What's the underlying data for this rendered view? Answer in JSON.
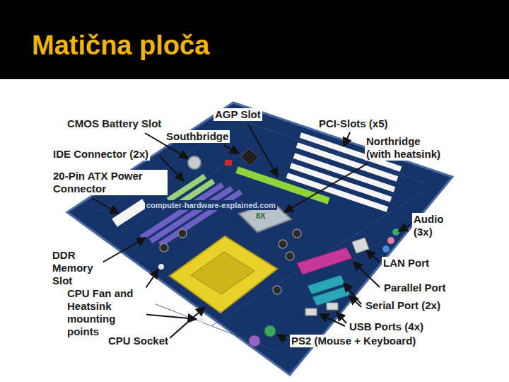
{
  "diagram": {
    "title": "Matična ploča",
    "labels": [
      "CMOS Battery Slot",
      "Southbridge",
      "AGP Slot",
      "PCI-Slots (x5)",
      "Northridge (with heatsink)",
      "IDE Connector (2x)",
      "20-Pin ATX Power Connector",
      "Audio (3x)",
      "LAN Port",
      "DDR Memory Slot",
      "Parallel Port",
      "CPU Fan and Heatsink mounting points",
      "Serial Port (2x)",
      "USB Ports (4x)",
      "CPU Socket",
      "PS2 (Mouse + Keyboard)",
      "computer-hardware-explained.com",
      "8X"
    ]
  }
}
